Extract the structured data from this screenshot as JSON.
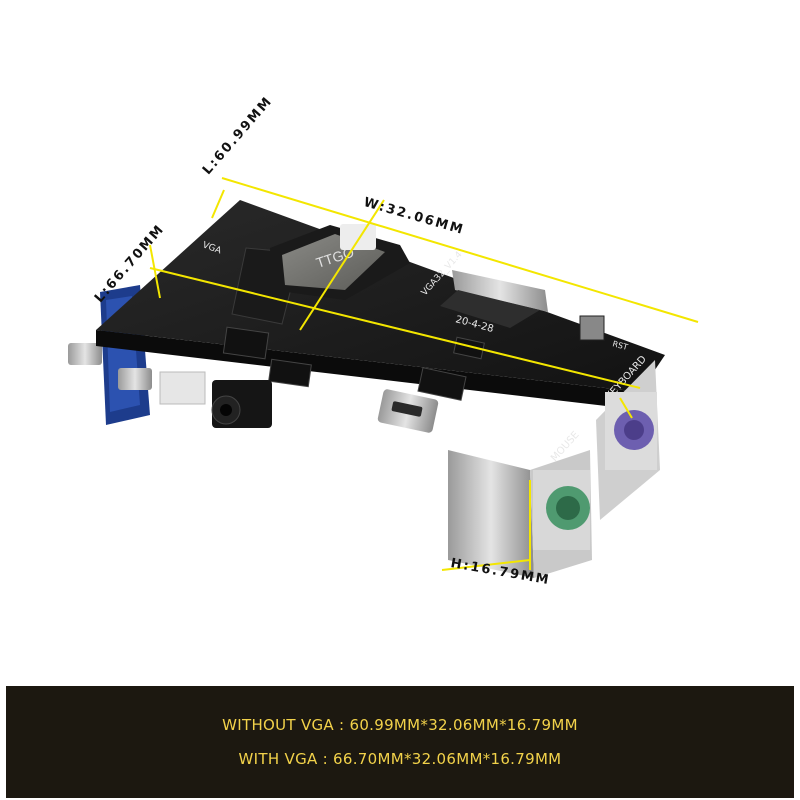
{
  "dimensions": {
    "width_label": "W:32.06MM",
    "length_no_vga_label": "L:60.99MM",
    "length_vga_label": "L:66.70MM",
    "height_label": "H:16.79MM",
    "line_color": "#f3e600"
  },
  "board": {
    "model_label": "VGA32_V1.4",
    "date_label": "20-4-28",
    "module_brand": "TTGO",
    "vga_label": "VGA",
    "keyboard_label": "KEYBOARD",
    "mouse_label": "MOUSE",
    "rst_label": "RST"
  },
  "specs": {
    "without_vga": "WITHOUT VGA : 60.99MM*32.06MM*16.79MM",
    "with_vga": "WITH VGA : 66.70MM*32.06MM*16.79MM",
    "text_color": "#f2d24a",
    "background": "#1c1810"
  }
}
